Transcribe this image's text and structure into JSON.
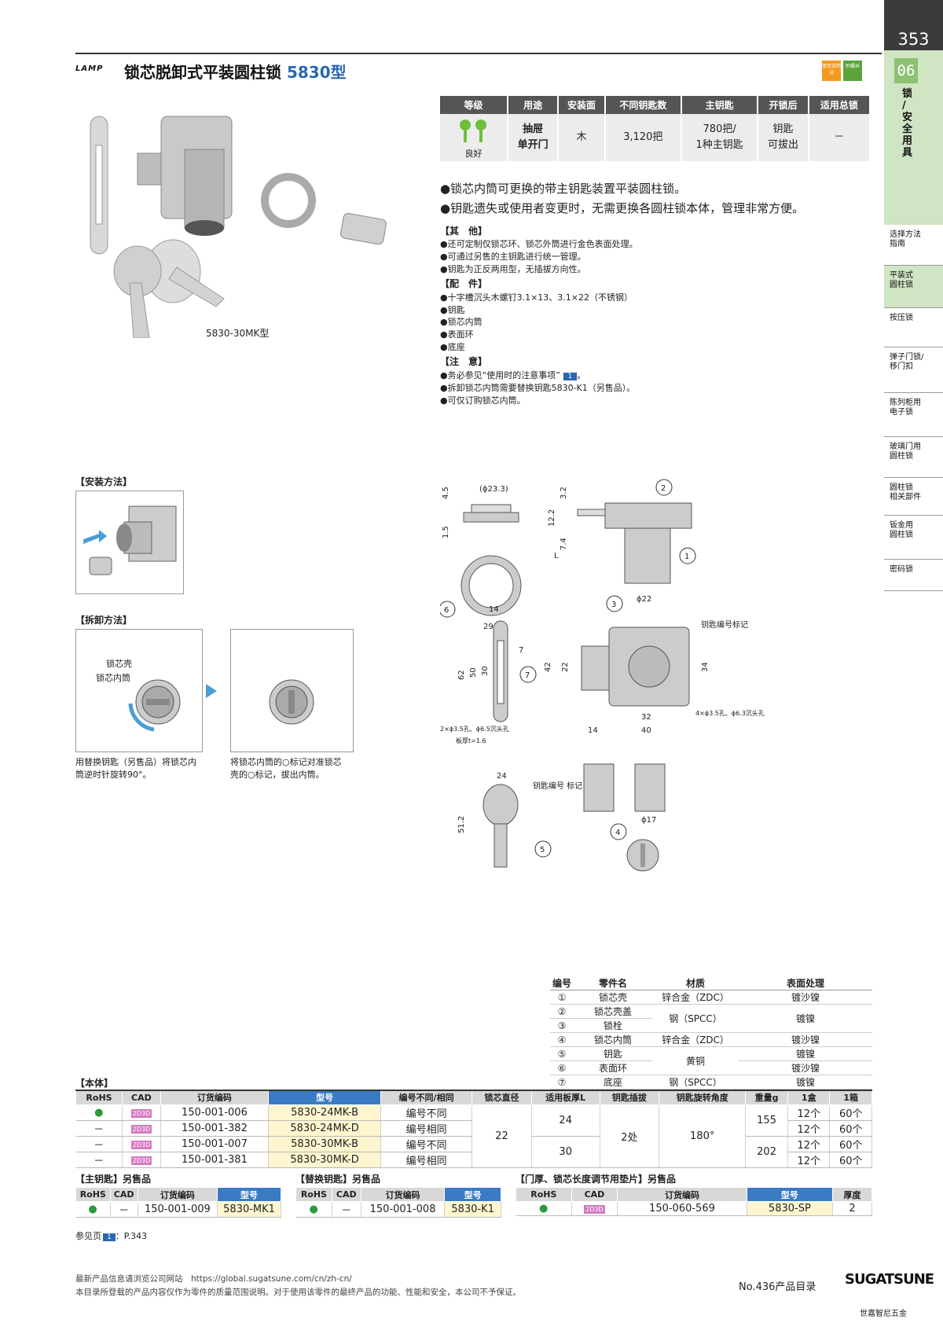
{
  "page_number": "353",
  "section": {
    "number": "06",
    "title_chars": [
      "锁",
      "/",
      "安",
      "全",
      "用",
      "具"
    ]
  },
  "nav": [
    "选择方法\n指南",
    "平装式\n圆柱锁",
    "按压锁",
    "弹子门锁/\n移门扣",
    "陈列柜用\n电子锁",
    "玻璃门用\n圆柱锁",
    "圆柱锁\n相关部件",
    "钣金用\n圆柱锁",
    "密码锁"
  ],
  "brand": "LAMP",
  "title": "锁芯脱卸式平装圆柱锁",
  "model": "5830型",
  "badges": [
    "使用说明书",
    "附螺丝"
  ],
  "spec": {
    "headers": [
      "等级",
      "用途",
      "安装面",
      "不同钥匙数",
      "主钥匙",
      "开锁后",
      "适用总锁"
    ],
    "grade": "良好",
    "use": "抽屉\n单开门",
    "surface": "木",
    "keys": "3,120把",
    "master": "780把/\n1种主钥匙",
    "after": "钥匙\n可拔出",
    "total": "－"
  },
  "features": [
    "●锁芯内筒可更换的带主钥匙装置平装圆柱锁。",
    "●钥匙遗失或使用者变更时，无需更换各圆柱锁本体，管理非常方便。"
  ],
  "other_h": "【其　他】",
  "other": [
    "●还可定制仅锁芯环、锁芯外筒进行金色表面处理。",
    "●可通过另售的主钥匙进行统一管理。",
    "●钥匙为正反两用型，无插拔方向性。"
  ],
  "acc_h": "【配　件】",
  "acc": [
    "●十字槽沉头木螺钉3.1×13、3.1×22（不锈钢）",
    "●钥匙",
    "●锁芯内筒",
    "●表面环",
    "●底座"
  ],
  "note_h": "【注　意】",
  "note": [
    "●务必参见“使用时的注意事项”",
    "●拆卸锁芯内筒需要替换钥匙5830-K1（另售品）。",
    "●可仅订购锁芯内筒。"
  ],
  "note_ref": "1",
  "photo_caption": "5830-30MK型",
  "install_h": "【安装方法】",
  "remove_h": "【拆卸方法】",
  "remove_labels": [
    "锁芯壳",
    "锁芯内筒"
  ],
  "remove_cap1": "用替换钥匙（另售品）将锁芯内\n筒逆时针旋转90°。",
  "remove_cap2": "将锁芯内筒的○标记对准锁芯\n壳的○标记，拔出内筒。",
  "parts": {
    "headers": [
      "编号",
      "零件名",
      "材质",
      "表面处理"
    ],
    "rows": [
      [
        "①",
        "锁芯壳",
        "锌合金（ZDC）",
        "镀沙镍"
      ],
      [
        "②",
        "锁芯壳盖",
        "钢（SPCC）",
        "镀镍"
      ],
      [
        "③",
        "锁栓",
        "",
        ""
      ],
      [
        "④",
        "锁芯内筒",
        "锌合金（ZDC）",
        "镀沙镍"
      ],
      [
        "⑤",
        "钥匙",
        "黄铜",
        "镀镍"
      ],
      [
        "⑥",
        "表面环",
        "",
        "镀沙镍"
      ],
      [
        "⑦",
        "底座",
        "钢（SPCC）",
        "镀镍"
      ]
    ]
  },
  "main_h": "【本体】",
  "main": {
    "headers": [
      "RoHS",
      "CAD",
      "订货编码",
      "型号",
      "编号不同/相同",
      "锁芯直径",
      "适用板厚L",
      "钥匙插拔",
      "钥匙旋转角度",
      "重量g",
      "1盒",
      "1箱"
    ],
    "rows": [
      [
        "●",
        "2D3D",
        "150-001-006",
        "5830-24MK-B",
        "编号不同",
        "12个",
        "60个"
      ],
      [
        "－",
        "2D3D",
        "150-001-382",
        "5830-24MK-D",
        "编号相同",
        "12个",
        "60个"
      ],
      [
        "－",
        "2D3D",
        "150-001-007",
        "5830-30MK-B",
        "编号不同",
        "12个",
        "60个"
      ],
      [
        "－",
        "2D3D",
        "150-001-381",
        "5830-30MK-D",
        "编号相同",
        "12个",
        "60个"
      ]
    ],
    "dia": "22",
    "t24": "24",
    "t30": "30",
    "insert": "2处",
    "angle": "180°",
    "w155": "155",
    "w202": "202"
  },
  "master_h": "【主钥匙】另售品",
  "master": {
    "headers": [
      "RoHS",
      "CAD",
      "订货编码",
      "型号"
    ],
    "row": [
      "●",
      "－",
      "150-001-009",
      "5830-MK1"
    ]
  },
  "repl_h": "【替换钥匙】另售品",
  "repl": {
    "headers": [
      "RoHS",
      "CAD",
      "订货编码",
      "型号"
    ],
    "row": [
      "●",
      "－",
      "150-001-008",
      "5830-K1"
    ]
  },
  "shim_h": "【门厚、锁芯长度调节用垫片】另售品",
  "shim": {
    "headers": [
      "RoHS",
      "CAD",
      "订货编码",
      "型号",
      "厚度"
    ],
    "row": [
      "●",
      "2D3D",
      "150-060-569",
      "5830-SP",
      "2"
    ]
  },
  "ref": "参见页",
  "ref_num": "1",
  "ref_page": "：P.343",
  "footer1": "最新产品信息请浏览公司网站　https://global.sugatsune.com/cn/zh-cn/",
  "footer2": "本目录所登载的产品内容仅作为零件的质量范围说明。对于使用该零件的最终产品的功能、性能和安全，本公司不予保证。",
  "catalog": "No.436产品目录",
  "company": "SUGATSUNE",
  "company_cn": "世嘉智尼五金",
  "dims": {
    "d1": "4.5",
    "d2": "(ϕ23.3)",
    "d3": "1.5",
    "d4": "3.2",
    "d5": "12.2",
    "d6": "7.4",
    "d7": "L",
    "d8": "ϕ22",
    "d9": "29.7",
    "d10": "14",
    "d11": "62",
    "d12": "50",
    "d13": "30",
    "d14": "7",
    "d15": "42",
    "d16": "22",
    "d17": "34",
    "d18": "32",
    "d19": "14",
    "d20": "40",
    "d21": "24",
    "d22": "51.2",
    "d23": "ϕ17"
  },
  "dim_notes": {
    "keymark": "钥匙编号标记",
    "holes1": "2×ϕ3.5孔、ϕ6.5沉头孔",
    "plate": "板厚t=1.6",
    "holes2": "4×ϕ3.5孔、ϕ6.3沉头孔",
    "keymark2": "钥匙编号\n标记"
  }
}
